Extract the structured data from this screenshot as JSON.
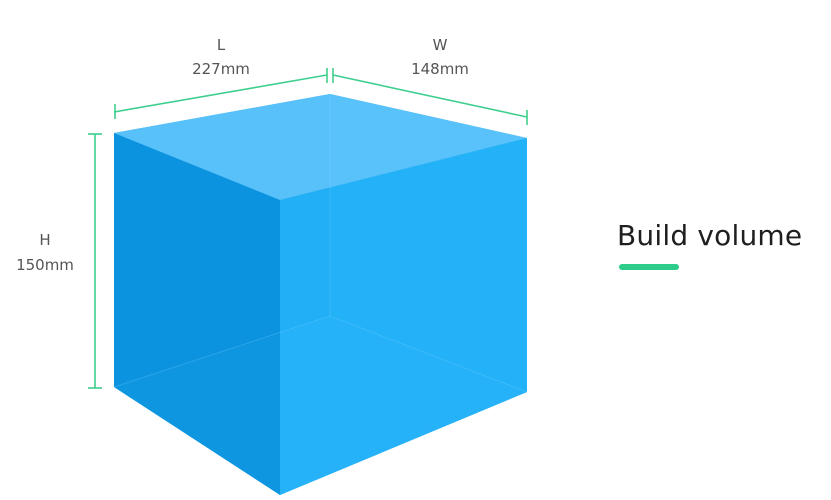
{
  "heading": "Build volume",
  "dimensions": {
    "length": {
      "letter": "L",
      "value": "227mm"
    },
    "width": {
      "letter": "W",
      "value": "148mm"
    },
    "height": {
      "letter": "H",
      "value": "150mm"
    }
  },
  "colors": {
    "accent": "#2ecc8a",
    "cube_front": "#0b93de",
    "cube_right": "#22b1f7",
    "cube_top": "#5cc3fb"
  }
}
